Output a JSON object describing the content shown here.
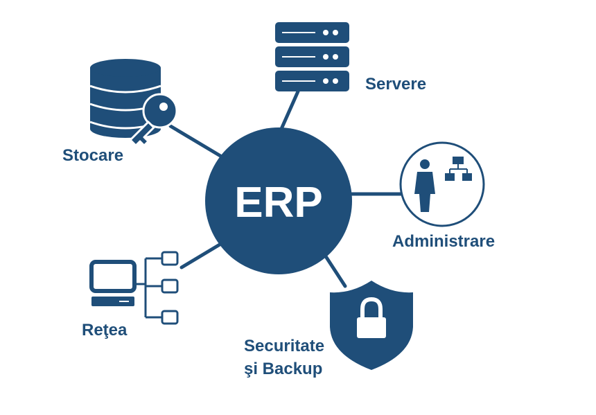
{
  "center": {
    "label": "ERP"
  },
  "nodes": {
    "servere": {
      "label": "Servere",
      "icon": "server-rack-icon"
    },
    "stocare": {
      "label": "Stocare",
      "icon": "database-key-icon"
    },
    "administrare": {
      "label": "Administrare",
      "icon": "admin-org-chart-icon"
    },
    "retea": {
      "label": "Reţea",
      "icon": "network-computer-icon"
    },
    "securitate": {
      "label_line1": "Securitate",
      "label_line2": "şi Backup",
      "icon": "shield-lock-icon"
    }
  },
  "colors": {
    "primary": "#1f4e79",
    "background": "#ffffff"
  }
}
